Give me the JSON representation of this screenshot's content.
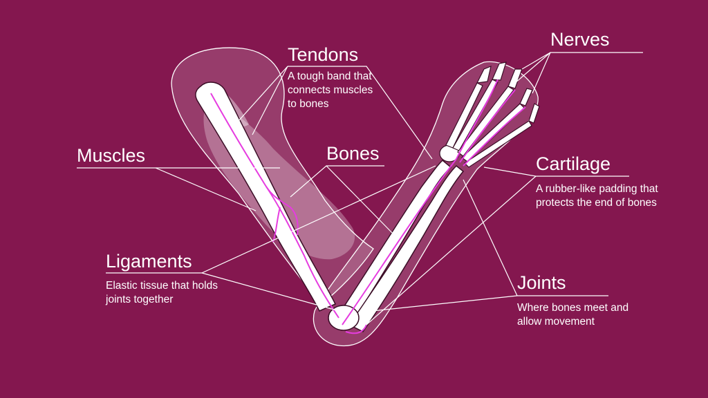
{
  "labels": {
    "tendons": {
      "title": "Tendons",
      "desc": "A tough band that connects muscles to bones"
    },
    "nerves": {
      "title": "Nerves"
    },
    "muscles": {
      "title": "Muscles"
    },
    "bones": {
      "title": "Bones"
    },
    "cartilage": {
      "title": "Cartilage",
      "desc": "A rubber-like padding that protects the end of bones"
    },
    "ligaments": {
      "title": "Ligaments",
      "desc": "Elastic tissue that holds joints together"
    },
    "joints": {
      "title": "Joints",
      "desc": "Where bones meet and allow movement"
    }
  },
  "colors": {
    "background": "#84174f",
    "muscle": "#ffffff",
    "nerve": "#e63ce0",
    "bone": "#ffffff",
    "outline": "#ffffff"
  }
}
